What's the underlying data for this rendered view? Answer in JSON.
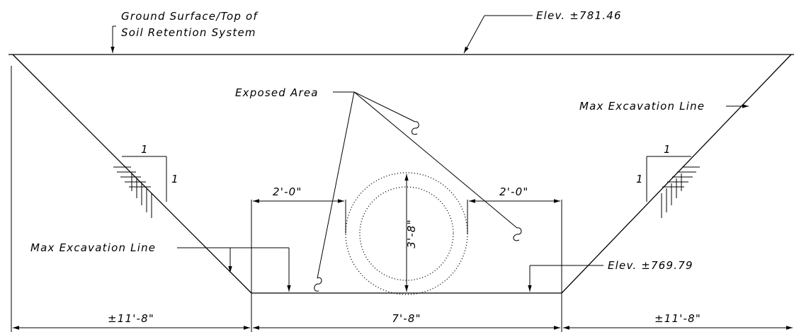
{
  "labels": {
    "ground_line1": "Ground Surface/Top of",
    "ground_line2": "Soil Retention System",
    "elev_top": "Elev. ±781.46",
    "exposed_area": "Exposed Area",
    "max_excavation_right": "Max Excavation Line",
    "max_excavation_left": "Max Excavation Line",
    "elev_bottom": "Elev. ±769.79"
  },
  "slope": {
    "left_run": "1",
    "left_rise": "1",
    "right_run": "1",
    "right_rise": "1"
  },
  "dimensions": {
    "clear_left": "2'-0\"",
    "clear_right": "2'-0\"",
    "pipe_diameter": "3'-8\"",
    "bottom_left": "±11'-8\"",
    "bottom_center": "7'-8\"",
    "bottom_right": "±11'-8\""
  }
}
